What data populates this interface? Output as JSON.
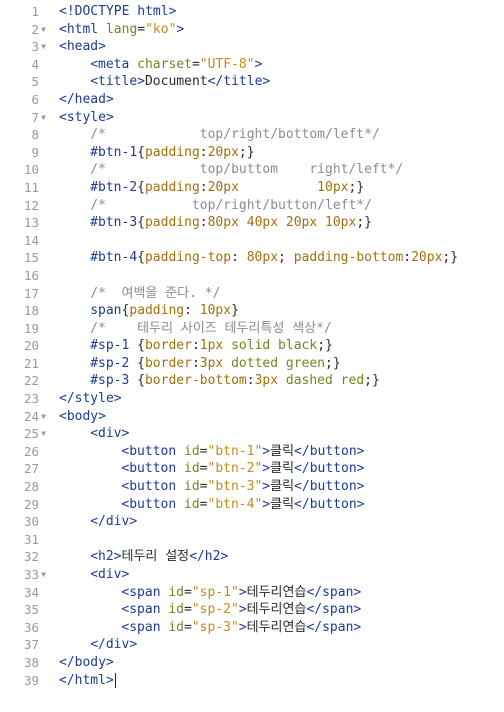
{
  "editor": {
    "colors": {
      "tag": "#1c3a96",
      "attr": "#6a8a1e",
      "string": "#c58b1a",
      "comment": "#8c8c8c",
      "property": "#a2700d",
      "line_number": "#9a9a9a"
    },
    "cursor_line": 39,
    "lines": [
      {
        "n": "1",
        "fold": false,
        "indent": 0,
        "tokens": [
          [
            "tag",
            "<!DOCTYPE html>"
          ]
        ]
      },
      {
        "n": "2",
        "fold": true,
        "indent": 0,
        "tokens": [
          [
            "tag",
            "<html "
          ],
          [
            "attr",
            "lang"
          ],
          [
            "default",
            "="
          ],
          [
            "str",
            "\"ko\""
          ],
          [
            "tag",
            ">"
          ]
        ]
      },
      {
        "n": "3",
        "fold": true,
        "indent": 0,
        "tokens": [
          [
            "tag",
            "<head>"
          ]
        ]
      },
      {
        "n": "4",
        "fold": false,
        "indent": 4,
        "tokens": [
          [
            "tag",
            "<meta "
          ],
          [
            "attr",
            "charset"
          ],
          [
            "default",
            "="
          ],
          [
            "str",
            "\"UTF-8\""
          ],
          [
            "tag",
            ">"
          ]
        ]
      },
      {
        "n": "5",
        "fold": false,
        "indent": 4,
        "tokens": [
          [
            "tag",
            "<title>"
          ],
          [
            "text",
            "Document"
          ],
          [
            "tag",
            "</title>"
          ]
        ]
      },
      {
        "n": "6",
        "fold": false,
        "indent": 0,
        "tokens": [
          [
            "tag",
            "</head>"
          ]
        ]
      },
      {
        "n": "7",
        "fold": true,
        "indent": 0,
        "tokens": [
          [
            "tag",
            "<style>"
          ]
        ]
      },
      {
        "n": "8",
        "fold": false,
        "indent": 4,
        "tokens": [
          [
            "cm",
            "/*            top/right/bottom/left*/"
          ]
        ]
      },
      {
        "n": "9",
        "fold": false,
        "indent": 4,
        "tokens": [
          [
            "sel",
            "#btn-1"
          ],
          [
            "default",
            "{"
          ],
          [
            "prop",
            "padding"
          ],
          [
            "default",
            ":"
          ],
          [
            "num",
            "20px"
          ],
          [
            "default",
            ";}"
          ]
        ]
      },
      {
        "n": "10",
        "fold": false,
        "indent": 4,
        "tokens": [
          [
            "cm",
            "/*            top/buttom    right/left*/"
          ]
        ]
      },
      {
        "n": "11",
        "fold": false,
        "indent": 4,
        "tokens": [
          [
            "sel",
            "#btn-2"
          ],
          [
            "default",
            "{"
          ],
          [
            "prop",
            "padding"
          ],
          [
            "default",
            ":"
          ],
          [
            "num",
            "20px          10px"
          ],
          [
            "default",
            ";}"
          ]
        ]
      },
      {
        "n": "12",
        "fold": false,
        "indent": 4,
        "tokens": [
          [
            "cm",
            "/*           top/right/button/left*/"
          ]
        ]
      },
      {
        "n": "13",
        "fold": false,
        "indent": 4,
        "tokens": [
          [
            "sel",
            "#btn-3"
          ],
          [
            "default",
            "{"
          ],
          [
            "prop",
            "padding"
          ],
          [
            "default",
            ":"
          ],
          [
            "num",
            "80px 40px 20px 10px"
          ],
          [
            "default",
            ";}"
          ]
        ]
      },
      {
        "n": "14",
        "fold": false,
        "indent": 0,
        "tokens": []
      },
      {
        "n": "15",
        "fold": false,
        "indent": 4,
        "tokens": [
          [
            "sel",
            "#btn-4"
          ],
          [
            "default",
            "{"
          ],
          [
            "prop",
            "padding-top"
          ],
          [
            "default",
            ": "
          ],
          [
            "num",
            "80px"
          ],
          [
            "default",
            "; "
          ],
          [
            "prop",
            "padding-bottom"
          ],
          [
            "default",
            ":"
          ],
          [
            "num",
            "20px"
          ],
          [
            "default",
            ";}"
          ]
        ]
      },
      {
        "n": "16",
        "fold": false,
        "indent": 0,
        "tokens": []
      },
      {
        "n": "17",
        "fold": false,
        "indent": 4,
        "tokens": [
          [
            "cm",
            "/*  여백을 준다. */"
          ]
        ]
      },
      {
        "n": "18",
        "fold": false,
        "indent": 4,
        "tokens": [
          [
            "sel",
            "span"
          ],
          [
            "default",
            "{"
          ],
          [
            "prop",
            "padding"
          ],
          [
            "default",
            ": "
          ],
          [
            "num",
            "10px"
          ],
          [
            "default",
            "}"
          ]
        ]
      },
      {
        "n": "19",
        "fold": false,
        "indent": 4,
        "tokens": [
          [
            "cm",
            "/*    테두리 사이즈 테두리특성 색상*/"
          ]
        ]
      },
      {
        "n": "20",
        "fold": false,
        "indent": 4,
        "tokens": [
          [
            "sel",
            "#sp-1"
          ],
          [
            "default",
            " {"
          ],
          [
            "prop",
            "border"
          ],
          [
            "default",
            ":"
          ],
          [
            "num",
            "1px"
          ],
          [
            "default",
            " "
          ],
          [
            "val",
            "solid black"
          ],
          [
            "default",
            ";}"
          ]
        ]
      },
      {
        "n": "21",
        "fold": false,
        "indent": 4,
        "tokens": [
          [
            "sel",
            "#sp-2"
          ],
          [
            "default",
            " {"
          ],
          [
            "prop",
            "border"
          ],
          [
            "default",
            ":"
          ],
          [
            "num",
            "3px"
          ],
          [
            "default",
            " "
          ],
          [
            "val",
            "dotted green"
          ],
          [
            "default",
            ";}"
          ]
        ]
      },
      {
        "n": "22",
        "fold": false,
        "indent": 4,
        "tokens": [
          [
            "sel",
            "#sp-3"
          ],
          [
            "default",
            " {"
          ],
          [
            "prop",
            "border-bottom"
          ],
          [
            "default",
            ":"
          ],
          [
            "num",
            "3px"
          ],
          [
            "default",
            " "
          ],
          [
            "val",
            "dashed red"
          ],
          [
            "default",
            ";}"
          ]
        ]
      },
      {
        "n": "23",
        "fold": false,
        "indent": 0,
        "tokens": [
          [
            "tag",
            "</style>"
          ]
        ]
      },
      {
        "n": "24",
        "fold": true,
        "indent": 0,
        "tokens": [
          [
            "tag",
            "<body>"
          ]
        ]
      },
      {
        "n": "25",
        "fold": true,
        "indent": 4,
        "tokens": [
          [
            "tag",
            "<div>"
          ]
        ]
      },
      {
        "n": "26",
        "fold": false,
        "indent": 8,
        "tokens": [
          [
            "tag",
            "<button "
          ],
          [
            "attr",
            "id"
          ],
          [
            "default",
            "="
          ],
          [
            "str",
            "\"btn-1\""
          ],
          [
            "tag",
            ">"
          ],
          [
            "text",
            "클릭"
          ],
          [
            "tag",
            "</button>"
          ]
        ]
      },
      {
        "n": "27",
        "fold": false,
        "indent": 8,
        "tokens": [
          [
            "tag",
            "<button "
          ],
          [
            "attr",
            "id"
          ],
          [
            "default",
            "="
          ],
          [
            "str",
            "\"btn-2\""
          ],
          [
            "tag",
            ">"
          ],
          [
            "text",
            "클릭"
          ],
          [
            "tag",
            "</button>"
          ]
        ]
      },
      {
        "n": "28",
        "fold": false,
        "indent": 8,
        "tokens": [
          [
            "tag",
            "<button "
          ],
          [
            "attr",
            "id"
          ],
          [
            "default",
            "="
          ],
          [
            "str",
            "\"btn-3\""
          ],
          [
            "tag",
            ">"
          ],
          [
            "text",
            "클릭"
          ],
          [
            "tag",
            "</button>"
          ]
        ]
      },
      {
        "n": "29",
        "fold": false,
        "indent": 8,
        "tokens": [
          [
            "tag",
            "<button "
          ],
          [
            "attr",
            "id"
          ],
          [
            "default",
            "="
          ],
          [
            "str",
            "\"btn-4\""
          ],
          [
            "tag",
            ">"
          ],
          [
            "text",
            "클릭"
          ],
          [
            "tag",
            "</button>"
          ]
        ]
      },
      {
        "n": "30",
        "fold": false,
        "indent": 4,
        "tokens": [
          [
            "tag",
            "</div>"
          ]
        ]
      },
      {
        "n": "31",
        "fold": false,
        "indent": 0,
        "tokens": []
      },
      {
        "n": "32",
        "fold": false,
        "indent": 4,
        "tokens": [
          [
            "tag",
            "<h2>"
          ],
          [
            "text",
            "테두리 설정"
          ],
          [
            "tag",
            "</h2>"
          ]
        ]
      },
      {
        "n": "33",
        "fold": true,
        "indent": 4,
        "tokens": [
          [
            "tag",
            "<div>"
          ]
        ]
      },
      {
        "n": "34",
        "fold": false,
        "indent": 8,
        "tokens": [
          [
            "tag",
            "<span "
          ],
          [
            "attr",
            "id"
          ],
          [
            "default",
            "="
          ],
          [
            "str",
            "\"sp-1\""
          ],
          [
            "tag",
            ">"
          ],
          [
            "text",
            "테두리연습"
          ],
          [
            "tag",
            "</span>"
          ]
        ]
      },
      {
        "n": "35",
        "fold": false,
        "indent": 8,
        "tokens": [
          [
            "tag",
            "<span "
          ],
          [
            "attr",
            "id"
          ],
          [
            "default",
            "="
          ],
          [
            "str",
            "\"sp-2\""
          ],
          [
            "tag",
            ">"
          ],
          [
            "text",
            "테두리연습"
          ],
          [
            "tag",
            "</span>"
          ]
        ]
      },
      {
        "n": "36",
        "fold": false,
        "indent": 8,
        "tokens": [
          [
            "tag",
            "<span "
          ],
          [
            "attr",
            "id"
          ],
          [
            "default",
            "="
          ],
          [
            "str",
            "\"sp-3\""
          ],
          [
            "tag",
            ">"
          ],
          [
            "text",
            "테두리연습"
          ],
          [
            "tag",
            "</span>"
          ]
        ]
      },
      {
        "n": "37",
        "fold": false,
        "indent": 4,
        "tokens": [
          [
            "tag",
            "</div>"
          ]
        ]
      },
      {
        "n": "38",
        "fold": false,
        "indent": 0,
        "tokens": [
          [
            "tag",
            "</body>"
          ]
        ]
      },
      {
        "n": "39",
        "fold": false,
        "indent": 0,
        "tokens": [
          [
            "tag",
            "</html>"
          ]
        ]
      }
    ]
  }
}
